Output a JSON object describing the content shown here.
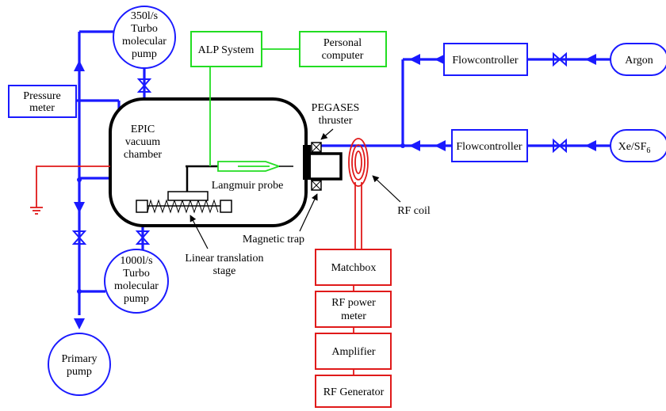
{
  "labels": {
    "turbo_350": [
      "350l/s",
      "Turbo",
      "molecular",
      "pump"
    ],
    "turbo_1000": [
      "1000l/s",
      "Turbo",
      "molecular",
      "pump"
    ],
    "primary_pump": [
      "Primary",
      "pump"
    ],
    "pressure_meter": [
      "Pressure",
      "meter"
    ],
    "chamber": [
      "EPIC",
      "vacuum",
      "chamber"
    ],
    "alp_system": "ALP System",
    "personal_computer": [
      "Personal",
      "computer"
    ],
    "pegases": [
      "PEGASES",
      "thruster"
    ],
    "langmuir_probe": "Langmuir probe",
    "linear_translation": [
      "Linear translation",
      "stage"
    ],
    "magnetic_trap": "Magnetic trap",
    "rf_coil": "RF coil",
    "flowcontroller_1": "Flowcontroller",
    "flowcontroller_2": "Flowcontroller",
    "argon": "Argon",
    "xe_sf6": "Xe/SF",
    "xe_sf6_sub": "6",
    "matchbox": "Matchbox",
    "rf_power_meter": [
      "RF power",
      "meter"
    ],
    "amplifier": "Amplifier",
    "rf_generator": "RF Generator"
  },
  "colors": {
    "vacuum_line": "#1a1aff",
    "rf_line": "#e01a1a",
    "diagnostic_line": "#22dd22"
  }
}
